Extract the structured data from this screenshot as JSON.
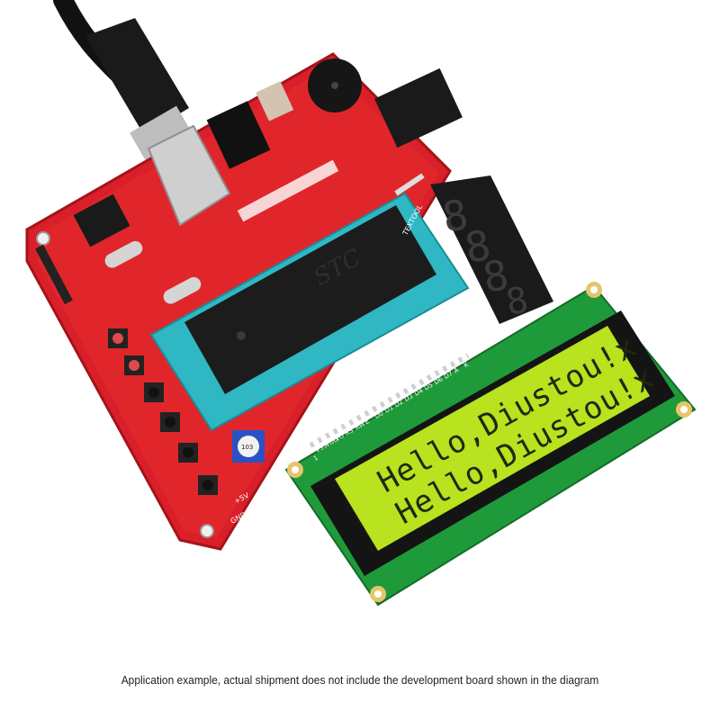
{
  "lcd": {
    "line1": "Hello,Diustou!x",
    "line2": "Hello,Diustou!x",
    "pins": [
      "VSS",
      "VDD",
      "VO",
      "RS",
      "RW",
      "E",
      "D0",
      "D1",
      "D2",
      "D3",
      "D4",
      "D5",
      "D6",
      "D7",
      "A",
      "K"
    ],
    "pin_number": "16",
    "pin_one": "1"
  },
  "board": {
    "chip_brand": "STC",
    "socket_brand": "TEXTOOL",
    "label_5v": "+5V",
    "label_gnd": "GND",
    "pot_label": "103",
    "seven_segment": [
      "8",
      "8",
      "8",
      "8"
    ]
  },
  "colors": {
    "pcb_red": "#e0262a",
    "lcd_green_board": "#1f9a3a",
    "lcd_screen": "#b9e21f",
    "socket_teal": "#2fb7c4"
  },
  "caption": "Application example, actual shipment does not include the development board shown in the diagram"
}
